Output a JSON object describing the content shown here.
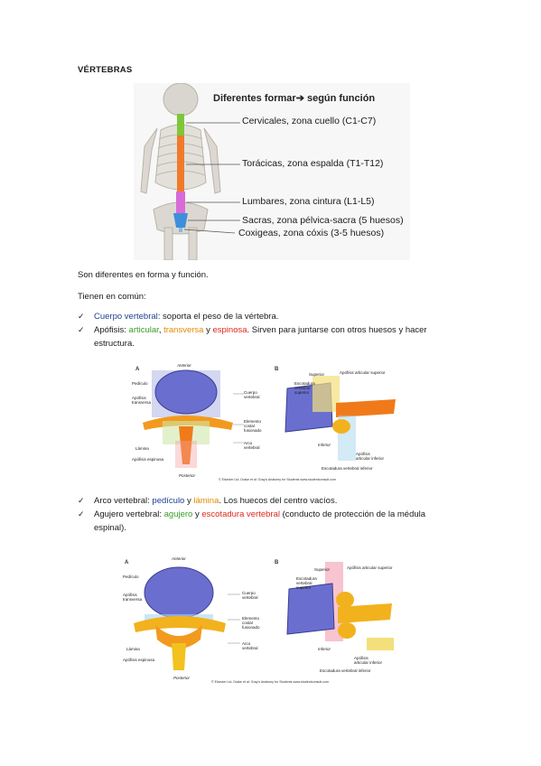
{
  "heading": "VÉRTEBRAS",
  "spine_figure": {
    "title": "Diferentes formar➔ según función",
    "labels": [
      "Cervicales, zona cuello (C1-C7)",
      "Torácicas, zona espalda (T1-T12)",
      "Lumbares, zona cintura (L1-L5)",
      "Sacras, zona pélvica-sacra (5 huesos)",
      "Coxigeas, zona cóxis (3-5 huesos)"
    ]
  },
  "p1": "Son diferentes en forma y función.",
  "p2": "Tienen en común:",
  "bullet1": {
    "check": "✓",
    "term": "Cuerpo vertebral",
    "rest": ": soporta el peso de la vértebra."
  },
  "bullet2": {
    "check": "✓",
    "lead": "Apófisis: ",
    "t1": "articular",
    "sep1": ", ",
    "t2": "transversa",
    "sep2": " y ",
    "t3": "espinosa",
    "rest": ". Sirven para juntarse con otros huesos y hacer estructura."
  },
  "bullet3": {
    "check": "✓",
    "lead": "Arco vertebral: ",
    "t1": "pedículo",
    "sep": " y ",
    "t2": "lámina",
    "rest": ". Los huecos del centro vacíos."
  },
  "bullet4": {
    "check": "✓",
    "lead": "Agujero vertebral: ",
    "t1": "agujero",
    "sep": " y ",
    "t2": "escotadura vertebral",
    "rest": " (conducto de protección de la médula espinal)."
  },
  "vertebra_figure": {
    "panel_a": "A",
    "panel_b": "B",
    "anterior": "Anterior",
    "posterior": "Posterior",
    "pediculo": "Pedículo",
    "apofisis_transversa": "Apófisis transversa",
    "lamina": "Lámina",
    "apofisis_espinosa": "Apófisis espinosa",
    "cuerpo_vertebral": "Cuerpo vertebral",
    "elemento_costal": "Elemento costal fusionado",
    "arco_vertebral": "Arco vertebral",
    "superior": "Superior",
    "escotadura_superior": "Escotadura vertebral superior",
    "apofisis_articular_superior": "Apófisis articular superior",
    "inferior": "Inferior",
    "escotadura_inferior": "Escotadura vertebral inferior",
    "apofisis_articular_inferior": "Apófisis articular inferior",
    "credit": "© Elsevier Ltd. Drake et al: Gray's Anatomy for Students www.studentconsult.com"
  }
}
